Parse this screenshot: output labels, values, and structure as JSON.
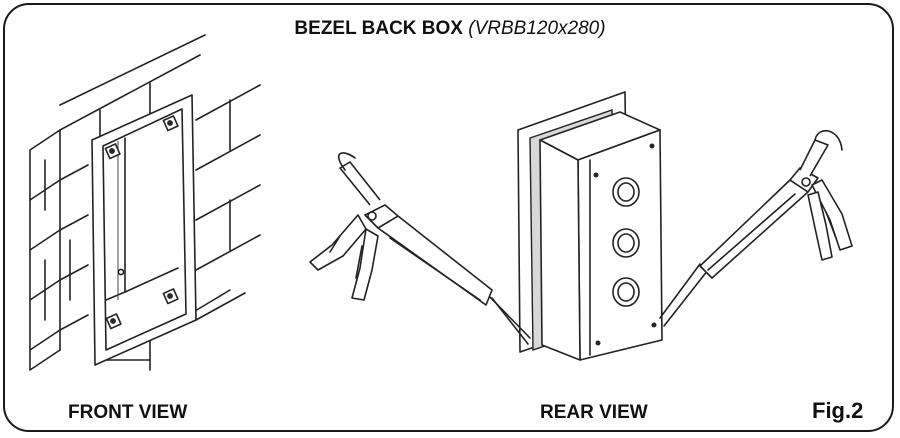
{
  "figure": {
    "title": "BEZEL BACK BOX",
    "model": "(VRBB120x280)",
    "front_view_label": "FRONT VIEW",
    "rear_view_label": "REAR VIEW",
    "figure_number": "Fig.2"
  }
}
